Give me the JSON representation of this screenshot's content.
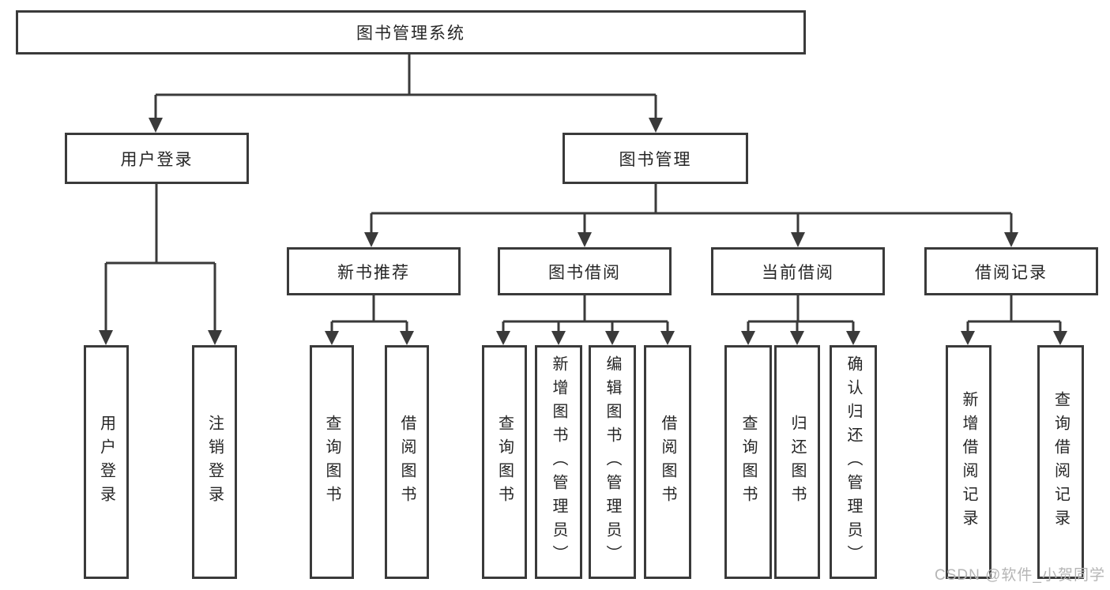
{
  "diagram": {
    "kind": "tree",
    "line_color": "#3a3a3a",
    "text_color": "#262626",
    "root": {
      "label": "图书管理系统",
      "children": [
        {
          "label": "用户登录",
          "children": [
            {
              "label": "用户登录"
            },
            {
              "label": "注销登录"
            }
          ]
        },
        {
          "label": "图书管理",
          "children": [
            {
              "label": "新书推荐",
              "children": [
                {
                  "label": "查询图书"
                },
                {
                  "label": "借阅图书"
                }
              ]
            },
            {
              "label": "图书借阅",
              "children": [
                {
                  "label": "查询图书"
                },
                {
                  "label": "新增图书（管理员）"
                },
                {
                  "label": "编辑图书（管理员）"
                },
                {
                  "label": "借阅图书"
                }
              ]
            },
            {
              "label": "当前借阅",
              "children": [
                {
                  "label": "查询图书"
                },
                {
                  "label": "归还图书"
                },
                {
                  "label": "确认归还（管理员）"
                }
              ]
            },
            {
              "label": "借阅记录",
              "children": [
                {
                  "label": "新增借阅记录"
                },
                {
                  "label": "查询借阅记录"
                }
              ]
            }
          ]
        }
      ]
    }
  },
  "watermark": {
    "text": "CSDN @软件_小贺同学",
    "color": "#b5b5b5"
  }
}
